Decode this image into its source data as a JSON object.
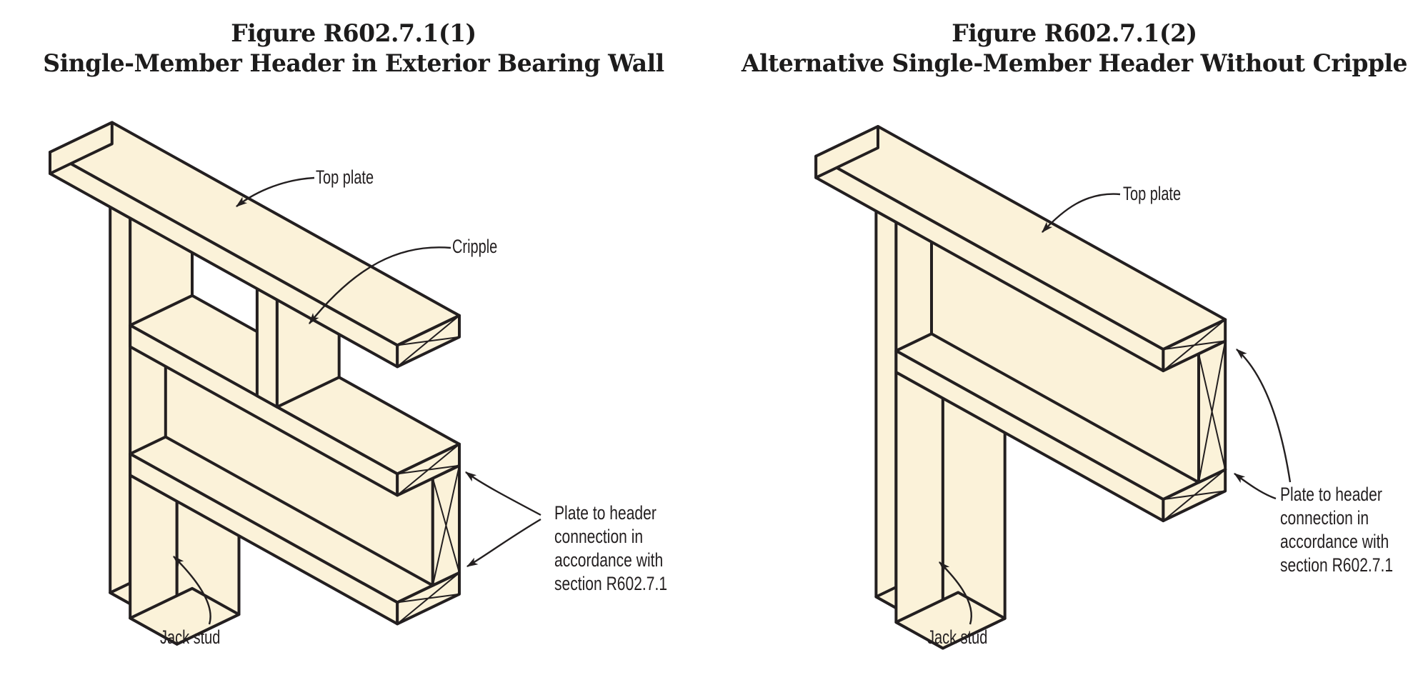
{
  "page": {
    "background": "#FFFFFF"
  },
  "colors": {
    "wood_fill": "#FBF2D9",
    "line": "#231F20"
  },
  "figure1": {
    "title_line1": "Figure R602.7.1(1)",
    "title_line2": "Single-Member Header in Exterior Bearing Wall",
    "labels": {
      "top_plate": "Top plate",
      "cripple": "Cripple",
      "jack_stud": "Jack stud",
      "plate_connection": [
        "Plate to header",
        "connection in",
        "accordance with",
        "section R602.7.1"
      ]
    }
  },
  "figure2": {
    "title_line1": "Figure R602.7.1(2)",
    "title_line2": "Alternative Single-Member Header Without Cripple",
    "labels": {
      "top_plate": "Top plate",
      "jack_stud": "Jack stud",
      "plate_connection": [
        "Plate to header",
        "connection in",
        "accordance with",
        "section R602.7.1"
      ]
    }
  }
}
